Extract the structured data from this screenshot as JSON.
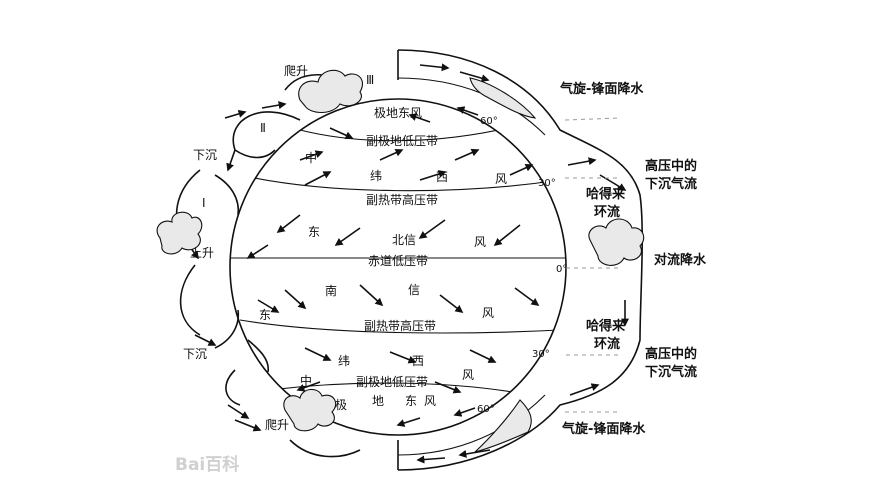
{
  "zones": {
    "polar_easterlies": "极地东风",
    "subpolar_low": "副极地低压带",
    "subtropical_high_n": "副热带高压带",
    "equatorial_low": "赤道低压带",
    "subtropical_high_s": "副热带高压带",
    "subpolar_low_s": "副极地低压带"
  },
  "wind_chars": {
    "north_westerly": [
      "中",
      "纬",
      "西",
      "风"
    ],
    "north_trade": [
      "东",
      "北信",
      "风"
    ],
    "south_trade": [
      "南",
      "信",
      "东",
      "风"
    ],
    "south_westerly": [
      "纬",
      "西",
      "中",
      "风"
    ],
    "south_polar": [
      "极",
      "地",
      "东",
      "风"
    ]
  },
  "latitudes": {
    "lat60n": "60°",
    "lat30n": "30°",
    "lat0": "0°",
    "lat30s": "30°",
    "lat60s": "60°"
  },
  "left_labels": {
    "climb_top": "爬升",
    "sink_top": "下沉",
    "rise": "上升",
    "sink_bottom": "下沉",
    "climb_bottom": "爬升"
  },
  "cells": {
    "cell_3": "Ⅲ",
    "cell_2": "Ⅱ",
    "cell_1": "Ⅰ"
  },
  "right_labels": {
    "cyclone_front_top": "气旋-锋面降水",
    "high_sink_top_1": "高压中的",
    "high_sink_top_2": "下沉气流",
    "hadley_top_1": "哈得来",
    "hadley_top_2": "环流",
    "convective": "对流降水",
    "hadley_bottom_1": "哈得来",
    "hadley_bottom_2": "环流",
    "high_sink_bottom_1": "高压中的",
    "high_sink_bottom_2": "下沉气流",
    "cyclone_front_bottom": "气旋-锋面降水"
  },
  "watermark": "Bai百科"
}
